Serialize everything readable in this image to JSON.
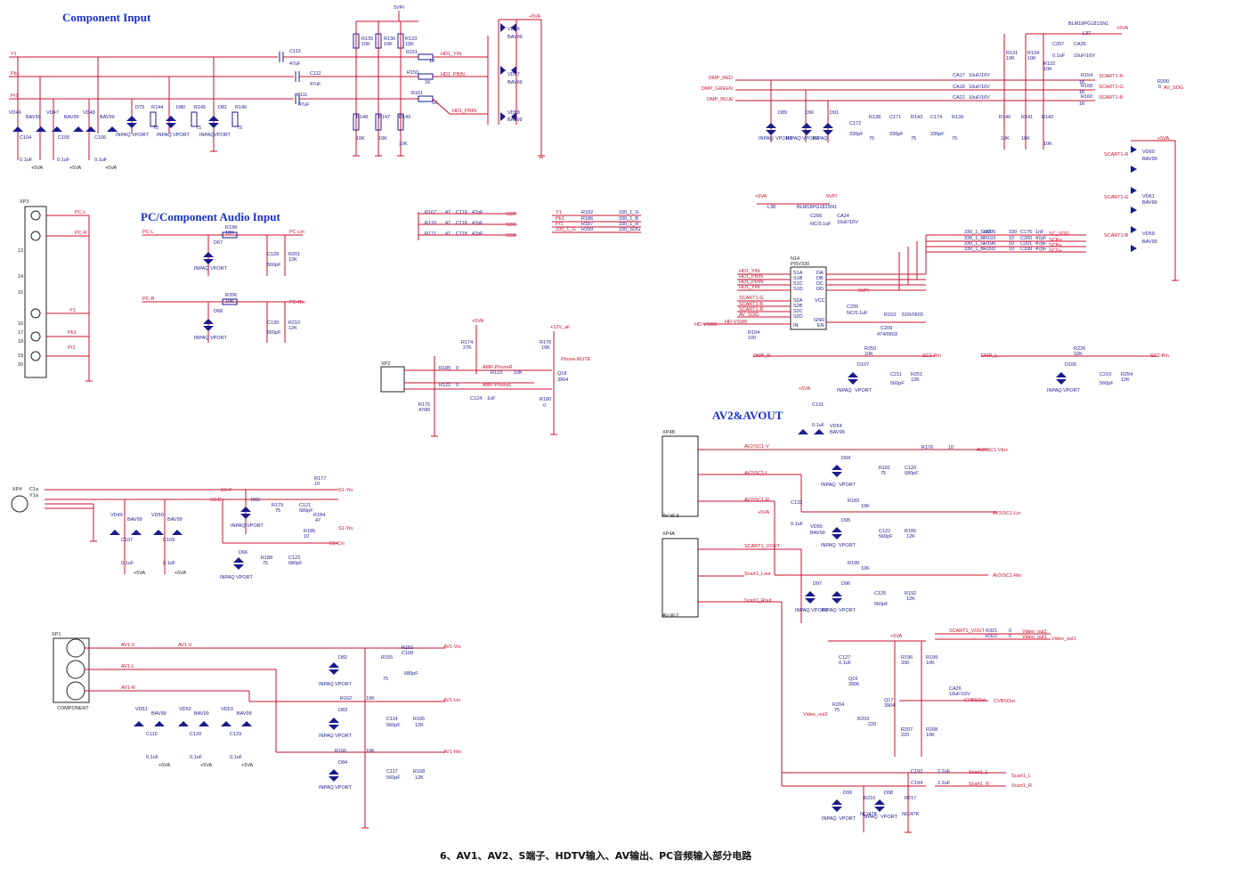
{
  "headings": {
    "component_input": "Component  Input",
    "pc_audio": "PC/Component Audio Input",
    "av2_avout": "AV2&AVOUT"
  },
  "caption": "6、AV1、AV2、S端子、HDTV输入、AV输出、PC音频输入部分电路",
  "nets": {
    "y1": "Y1",
    "pb1": "Pb1",
    "pr1": "Pr1",
    "hd1_yin": "HD1_YIN",
    "hd1_pbin": "HD1_PBIN",
    "hd1_prin": "HD1_PRIN",
    "pc_l": "PC-L",
    "pc_r": "PC-R",
    "pc_lin": "PC-Lin",
    "pc_rin": "PC-Rin",
    "dmp_red": "DMP_RED",
    "dmp_green": "DMP_GREEN",
    "dmp_blue": "DMP_BLUE",
    "scart1_r": "SCART1-R",
    "scart1_g": "SCART1-G",
    "scart1_b": "SCART1-B",
    "av_sog": "AV_SOG",
    "s1_y": "S1-Y",
    "s1_c": "S1-C",
    "s1_yin": "S1-Yin",
    "s1_cin": "S1-Cin",
    "av1_v": "AV1-V",
    "av1_l": "AV1-L",
    "av1_r": "AV1-R",
    "av1_vin": "AV1-Vin",
    "av1_lin": "AV1-Lin",
    "av1_rin": "AV1-Rin",
    "av2_sc1_v": "AV2/SC1-V",
    "av2_sc1_l": "AV2/SC1-L",
    "av2_sc1_r": "AV2/SC1-R",
    "av2_sc1_vin": "AV2/SC1-Vin+",
    "av2_sc1_lin": "AV2/SC1-Lin",
    "av2_sc1_rin": "AV2/SC1-Rin",
    "scart1_vout": "SCART1_VOUT",
    "scart1_lout": "Scart1_Lout",
    "scart1_rout": "Scart1_Rout",
    "video_out1": "Video_out1",
    "video_out2": "Video_out2",
    "cvbsout": "CVBSOut",
    "scart1_l": "Scart1_L",
    "scart1_rr": "Scart1_R",
    "dmp_l": "DMP_L",
    "dmp_r": "DMP_R",
    "sc1_rin": "SC1-Rin",
    "sc2_rin": "SC2-Rin",
    "phone_mute": "Phone-MUTE",
    "amp_phoner": "AMP-PhoneR",
    "amp_phonel": "AMP-PhoneL",
    "hd_vsw": "HD-VSW0",
    "sc_sog": "SC_SOG",
    "p5va": "+5VA",
    "p5v": "+5V",
    "p12v": "+12V_all",
    "p5vi": "5VPI"
  },
  "connectors": {
    "xp3": "XP3",
    "xp4": "XP4",
    "xp1": "XP1",
    "xp2": "XP2",
    "xp4a": "XP4A",
    "xp4b": "XP4B",
    "component": "COMPONENT",
    "avw2": "AV-W-2",
    "n14": "N14",
    "n14_part": "PI5V330"
  },
  "parts": {
    "l37": "L37",
    "l37_part": "BLM18PG181SN1",
    "l38": "L38",
    "ca35": "CA35",
    "ca35_v": "10uF/16V",
    "ca24": "CA24",
    "ca24_v": "10uF/16V",
    "c206": "C206",
    "c206_v": "NC/0.1uF",
    "c207": "C207",
    "c207_v": "0.1uF",
    "vd56": "VD56",
    "vd57": "VD57",
    "vd58": "VD58",
    "bav99": "BAV99",
    "inpaq": "INPAQ",
    "vport": "VPORT",
    "r10k": "10K",
    "r75": "75",
    "r1k": "1K",
    "c47u": "47uF",
    "c01u": "0.1uF",
    "c330p": "330pF",
    "c560p": "560pF",
    "c680p": "680pF",
    "c47p": "47pF",
    "c2u2": "2.2uF",
    "c1u": "1uF",
    "c10u16": "10uF/16V",
    "q16": "Q16",
    "q17": "Q17",
    "q18": "Q18",
    "q_part": "3906",
    "q17_part": "3904",
    "q18_part": "3904",
    "r12k": "12K",
    "r47k": "NC/47K",
    "r470": "470R",
    "r27k": "27K",
    "r0": "0",
    "r330": "330",
    "r220": "220",
    "r100": "100",
    "r51": "51R/0603",
    "r47": "47",
    "r10": "10"
  }
}
